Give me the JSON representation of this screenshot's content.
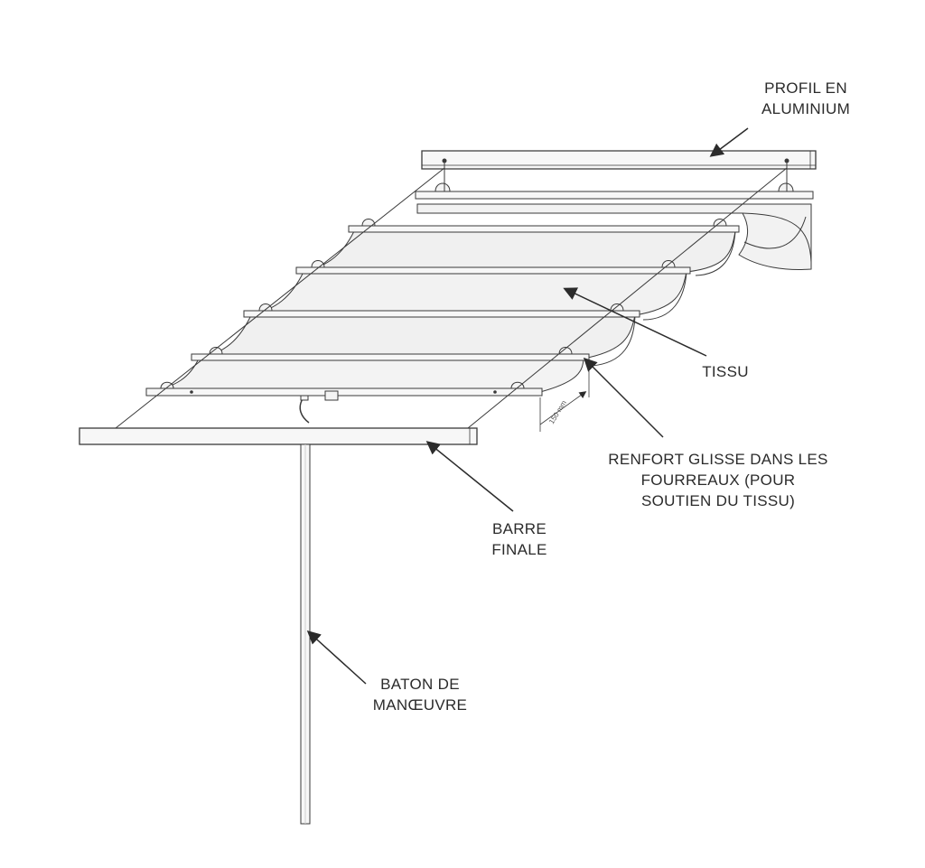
{
  "labels": {
    "profil": [
      "PROFIL EN",
      "ALUMINIUM"
    ],
    "tissu": [
      "TISSU"
    ],
    "renfort": [
      "RENFORT GLISSE DANS LES",
      "FOURREAUX (POUR",
      "SOUTIEN DU TISSU)"
    ],
    "barre": [
      "BARRE",
      "FINALE"
    ],
    "baton": [
      "BATON DE",
      "MANŒUVRE"
    ]
  },
  "dimension": "150 mm",
  "colors": {
    "line": "#3a3a3a",
    "fabric": "#f2f2f2",
    "fabric_shadow": "#e3e3e3",
    "text": "#2b2b2b"
  }
}
